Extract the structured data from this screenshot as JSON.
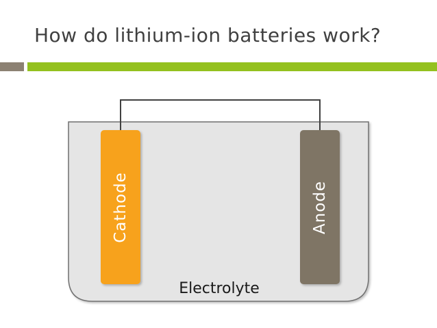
{
  "title": "How do lithium-ion batteries work?",
  "colors": {
    "title_text": "#404040",
    "divider_gray": "#8c8173",
    "divider_green": "#94c11f",
    "electrolyte_fill": "#e5e5e5",
    "electrolyte_stroke": "#6f6f6f",
    "cathode_fill": "#f7a21b",
    "anode_fill": "#7f7565",
    "wire": "#404040",
    "electrode_label": "#ffffff"
  },
  "diagram": {
    "cathode_label": "Cathode",
    "anode_label": "Anode",
    "electrolyte_label": "Electrolyte"
  }
}
